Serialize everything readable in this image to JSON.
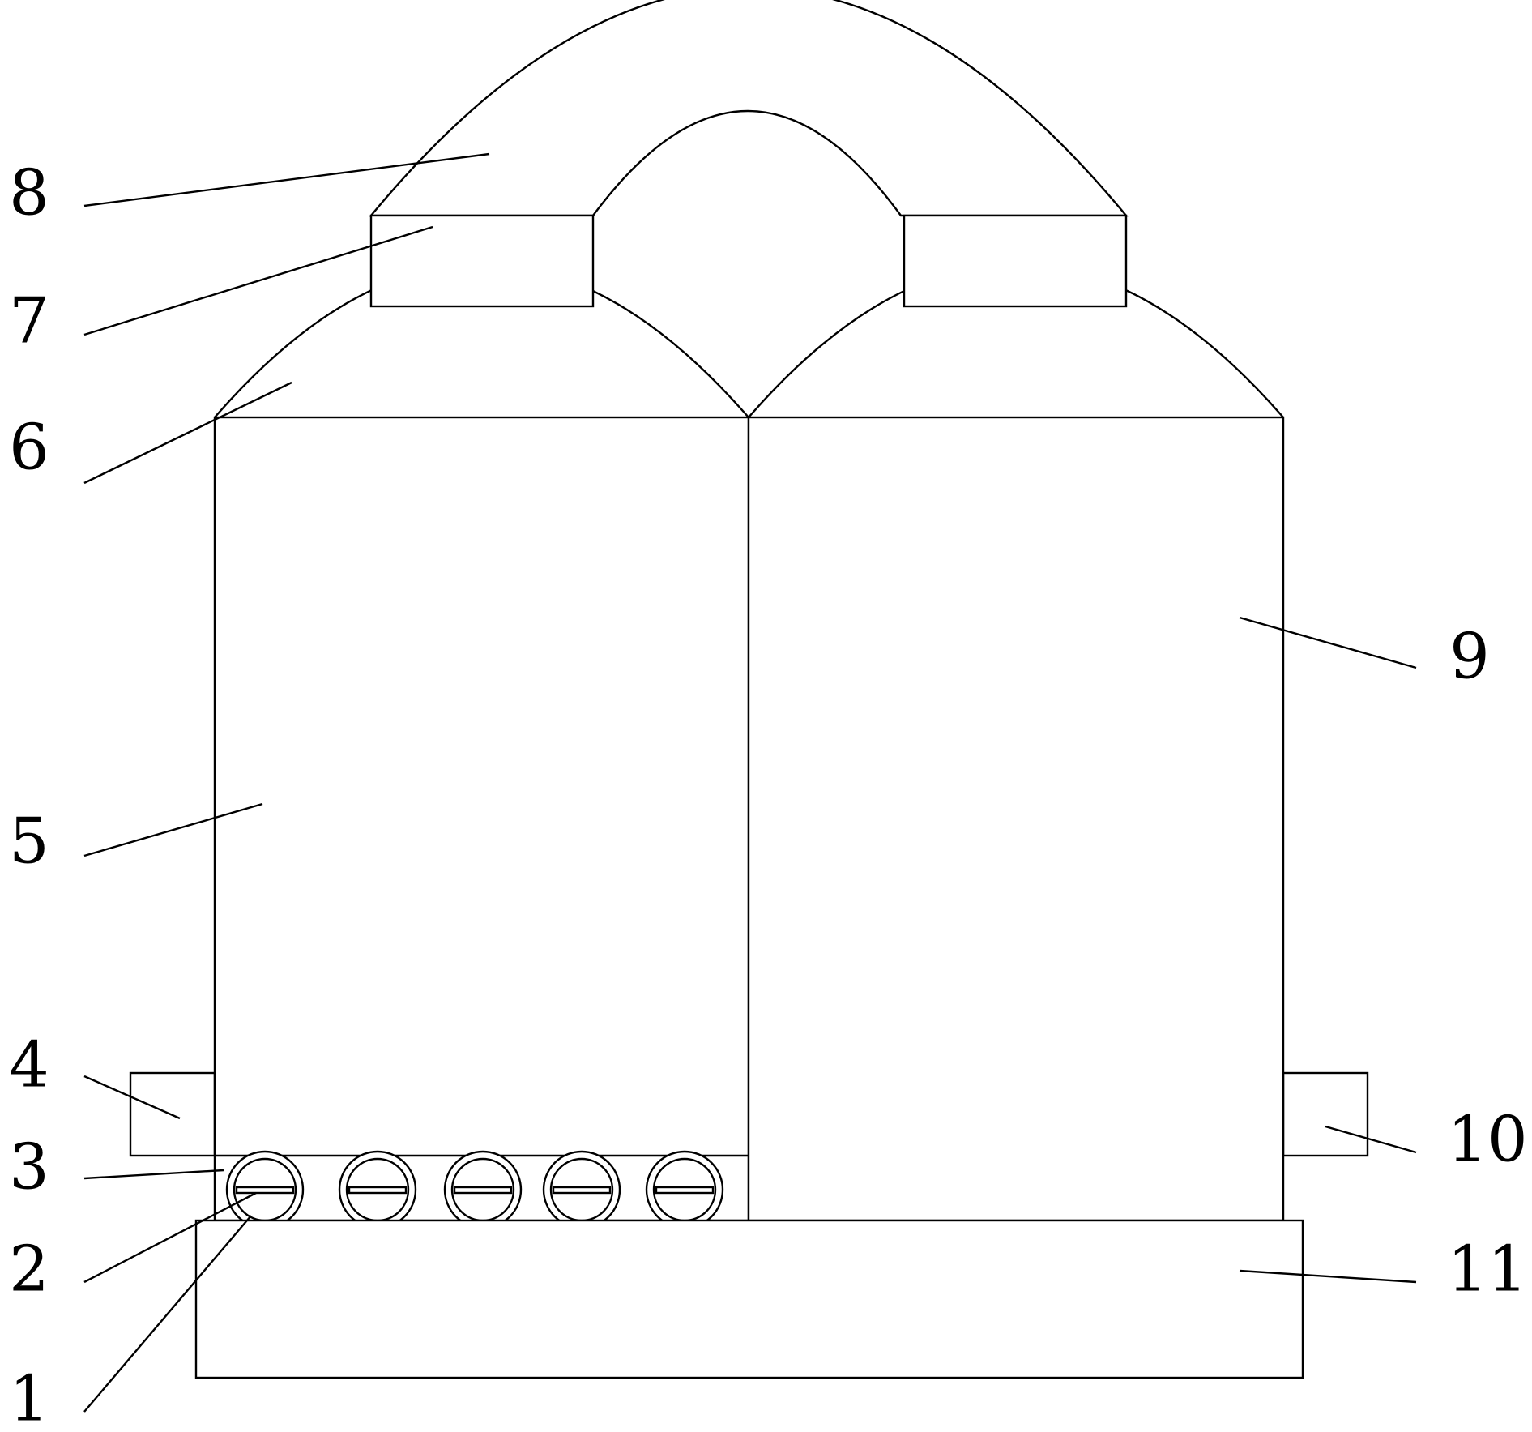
{
  "diagram": {
    "type": "patent-drawing",
    "line_color": "#000000",
    "background": "#ffffff",
    "callouts": [
      {
        "id": "1",
        "label": "1"
      },
      {
        "id": "2",
        "label": "2"
      },
      {
        "id": "3",
        "label": "3"
      },
      {
        "id": "4",
        "label": "4"
      },
      {
        "id": "5",
        "label": "5"
      },
      {
        "id": "6",
        "label": "6"
      },
      {
        "id": "7",
        "label": "7"
      },
      {
        "id": "8",
        "label": "8"
      },
      {
        "id": "9",
        "label": "9"
      },
      {
        "id": "10",
        "label": "10"
      },
      {
        "id": "11",
        "label": "11"
      }
    ]
  }
}
